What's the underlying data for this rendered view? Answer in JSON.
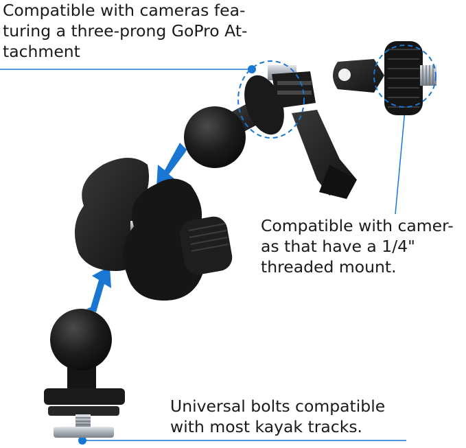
{
  "captions": {
    "gopro": [
      "Compatible with cameras fea-",
      "turing a three-prong GoPro At-",
      "tachment"
    ],
    "quarter_inch": [
      "Compatible with camer-",
      "as that have a 1/4\"",
      "threaded mount."
    ],
    "bolts": [
      "Universal bolts compatible",
      "with most kayak tracks."
    ]
  },
  "colors": {
    "accent": "#1976d2",
    "part": "#1b1b1b",
    "metal": "#b9bec4",
    "text": "#1a1a1a"
  },
  "icons": [
    "gopro-adapter-icon",
    "quarter-inch-adapter-icon",
    "double-socket-arm-icon",
    "ball-base-icon",
    "arrow-icon"
  ]
}
